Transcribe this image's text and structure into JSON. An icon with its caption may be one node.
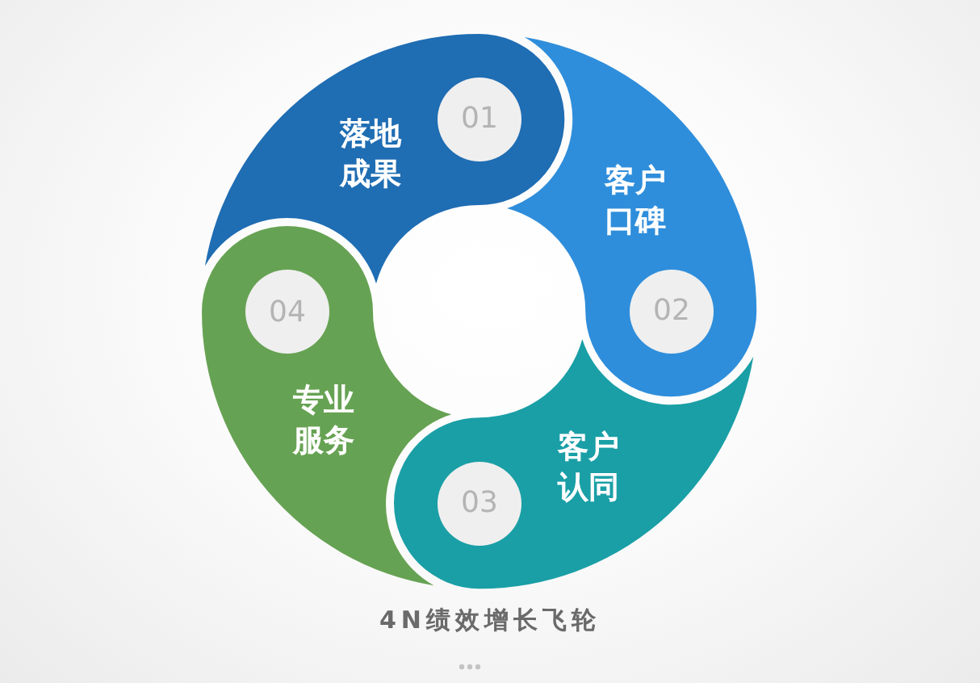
{
  "diagram": {
    "caption": "4N绩效增长飞轮",
    "nodes": [
      {
        "text": [
          "落地成果"
        ]
      },
      {
        "text": [
          "01"
        ],
        "in": 0
      },
      {
        "text": [
          "客户口碑"
        ]
      },
      {
        "text": [
          "02"
        ],
        "in": 2
      },
      {
        "text": [
          "客户认同"
        ]
      },
      {
        "text": [
          "03"
        ],
        "in": 4
      },
      {
        "text": [
          "专业服务"
        ]
      },
      {
        "text": [
          "04"
        ],
        "in": 6
      }
    ]
  }
}
